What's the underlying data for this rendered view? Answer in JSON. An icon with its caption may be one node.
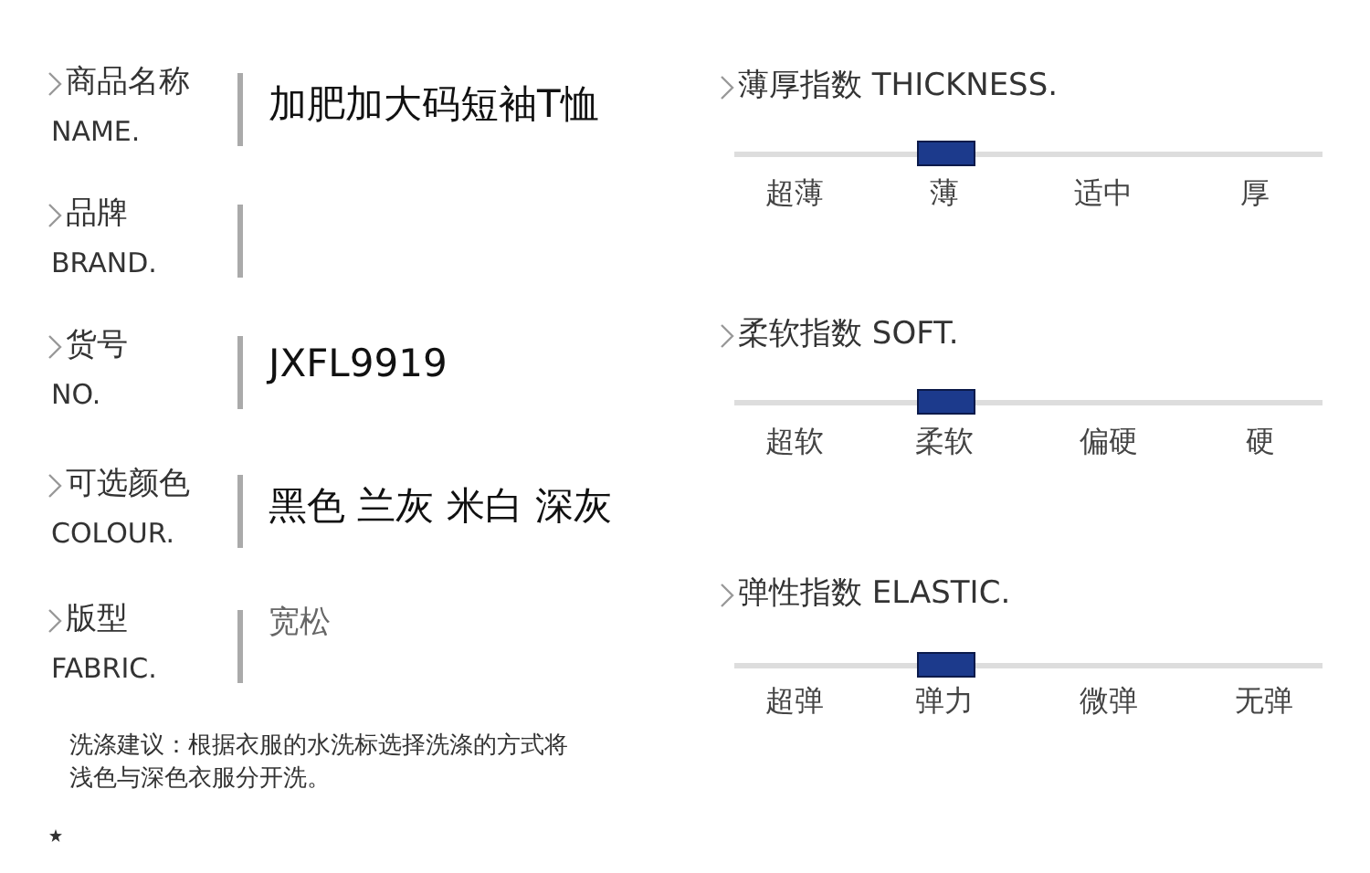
{
  "diagram": {
    "labels": [
      "商品名称",
      "NAME.",
      "加肥加大码短袖T恤",
      "品牌",
      "BRAND.",
      "货号",
      "NO.",
      "JXFL9919",
      "可选颜色",
      "COLOUR.",
      "黑色 兰灰 米白 深灰",
      "版型",
      "FABRIC.",
      "宽松",
      "洗涤建议：根据衣服的水洗标选择洗涤的方式将浅色与深色衣服分开洗。",
      "薄厚指数 THICKNESS.",
      "超薄",
      "薄",
      "适中",
      "厚",
      "柔软指数 SOFT.",
      "超软",
      "柔软",
      "偏硬",
      "硬",
      "弹性指数 ELASTIC.",
      "超弹",
      "弹力",
      "微弹",
      "无弹"
    ]
  }
}
